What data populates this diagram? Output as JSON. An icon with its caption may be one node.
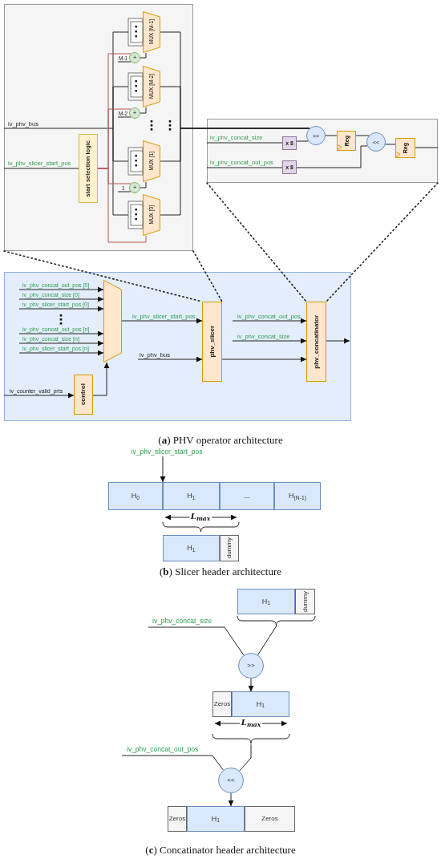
{
  "diagram": {
    "nodes": [
      {
        "text": [],
        "shape": "box"
      },
      {
        "text": [
          "start selection logic"
        ],
        "in": 0
      },
      {
        "text": [
          "MUX [M-1]"
        ],
        "in": 0
      },
      {
        "text": [
          "+"
        ],
        "in": 0
      },
      {
        "text": [
          "MUX [M-2]"
        ],
        "in": 0
      },
      {
        "text": [
          "+"
        ],
        "in": 0
      },
      {
        "text": [
          "MUX [1]"
        ],
        "in": 0
      },
      {
        "text": [
          "+"
        ],
        "in": 0
      },
      {
        "text": [
          "MUX [0]"
        ],
        "in": 0
      },
      {
        "text": [],
        "shape": "box"
      },
      {
        "text": [
          "x 8"
        ],
        "in": 9
      },
      {
        "text": [
          "x 8"
        ],
        "in": 9
      },
      {
        "text": [
          ">>"
        ],
        "in": 9
      },
      {
        "text": [
          "Reg"
        ],
        "in": 9
      },
      {
        "text": [
          "<<"
        ],
        "in": 9
      },
      {
        "text": [
          "Reg"
        ],
        "in": 9
      },
      {
        "text": [],
        "shape": "box"
      },
      {
        "text": [],
        "shape": "trapezoid",
        "in": 16
      },
      {
        "text": [
          "control"
        ],
        "in": 16
      },
      {
        "text": [
          "phv_slicer"
        ],
        "in": 16
      },
      {
        "text": [
          "phv_concatinator"
        ],
        "in": 16
      },
      {
        "text": [
          "iv_phv_slicer_start_pos"
        ]
      },
      {
        "text": [
          "H$_{0}$"
        ]
      },
      {
        "text": [
          "H$_{1}$"
        ]
      },
      {
        "text": [
          "..."
        ]
      },
      {
        "text": [
          "H$_{(N-1)}$"
        ]
      },
      {
        "text": [
          "H$_{1}$"
        ]
      },
      {
        "text": [
          "dummy"
        ]
      },
      {
        "text": [
          "H$_{1}$"
        ]
      },
      {
        "text": [
          "dummy"
        ]
      },
      {
        "text": [
          ">>"
        ]
      },
      {
        "text": [
          "Zeros"
        ]
      },
      {
        "text": [
          "H$_{1}$"
        ]
      },
      {
        "text": [
          "<<"
        ]
      },
      {
        "text": [
          "Zeros"
        ]
      },
      {
        "text": [
          "H$_{1}$"
        ]
      },
      {
        "text": [
          "Zeros"
        ]
      }
    ],
    "edges": [
      {
        "from": null,
        "to": 2,
        "arrow": "none",
        "label": "iv_phv_bus"
      },
      {
        "from": null,
        "to": 4,
        "arrow": "none"
      },
      {
        "from": null,
        "to": 6,
        "arrow": "none"
      },
      {
        "from": null,
        "to": 8,
        "arrow": "none"
      },
      {
        "from": null,
        "to": 1,
        "arrow": "none",
        "label": "iv_phv_slicer_start_pos"
      },
      {
        "from": 1,
        "to": 3,
        "arrow": "none",
        "color": "#b85450"
      },
      {
        "from": 1,
        "to": 5,
        "arrow": "none",
        "color": "#b85450"
      },
      {
        "from": 1,
        "to": 7,
        "arrow": "none",
        "color": "#b85450"
      },
      {
        "from": 1,
        "to": 8,
        "arrow": "none",
        "color": "#b85450"
      },
      {
        "from": null,
        "to": 3,
        "arrow": "none",
        "label": "M-1"
      },
      {
        "from": null,
        "to": 5,
        "arrow": "none",
        "label": "M-2"
      },
      {
        "from": null,
        "to": 7,
        "arrow": "none",
        "label": "1"
      },
      {
        "from": 3,
        "to": 2,
        "arrow": "none"
      },
      {
        "from": 5,
        "to": 4,
        "arrow": "none"
      },
      {
        "from": 7,
        "to": 6,
        "arrow": "none"
      },
      {
        "from": 2,
        "to": 12,
        "arrow": "none"
      },
      {
        "from": 4,
        "to": 12,
        "arrow": "none"
      },
      {
        "from": 6,
        "to": 12,
        "arrow": "none"
      },
      {
        "from": 8,
        "to": 12,
        "arrow": "none"
      },
      {
        "from": null,
        "to": 10,
        "arrow": "none",
        "label": "iv_phv_concat_size"
      },
      {
        "from": null,
        "to": 11,
        "arrow": "none",
        "label": "iv_phv_concat_out_pos"
      },
      {
        "from": 10,
        "to": 12,
        "arrow": "none"
      },
      {
        "from": 11,
        "to": 14,
        "arrow": "none"
      },
      {
        "from": 12,
        "to": 13,
        "arrow": "none"
      },
      {
        "from": 13,
        "to": 14,
        "arrow": "none"
      },
      {
        "from": 14,
        "to": 15,
        "arrow": "none"
      },
      {
        "from": 15,
        "to": null,
        "arrow": "none"
      },
      {
        "from": 0,
        "to": 19,
        "arrow": "none",
        "style": "dashed"
      },
      {
        "from": 0,
        "to": 19,
        "arrow": "none",
        "style": "dashed"
      },
      {
        "from": 9,
        "to": 20,
        "arrow": "none",
        "style": "dashed"
      },
      {
        "from": 9,
        "to": 20,
        "arrow": "none",
        "style": "dashed"
      },
      {
        "from": null,
        "to": 17,
        "arrow": "to",
        "label": "iv_phv_concat_out_pos [0]"
      },
      {
        "from": null,
        "to": 17,
        "arrow": "to",
        "label": "iv_phv_concat_size [0]"
      },
      {
        "from": null,
        "to": 17,
        "arrow": "to",
        "label": "iv_phv_slicer_start_pos [0]"
      },
      {
        "from": null,
        "to": 17,
        "arrow": "to",
        "label": "iv_phv_concat_out_pos [n]"
      },
      {
        "from": null,
        "to": 17,
        "arrow": "to",
        "label": "iv_phv_concat_size [n]"
      },
      {
        "from": null,
        "to": 17,
        "arrow": "to",
        "label": "iv_phv_slicer_start_pos [n]"
      },
      {
        "from": null,
        "to": 18,
        "arrow": "to",
        "label": "iv_counter_valid_prts"
      },
      {
        "from": 18,
        "to": 17,
        "arrow": "to"
      },
      {
        "from": 17,
        "to": 19,
        "arrow": "to",
        "label": "iv_phv_slicer_start_pos"
      },
      {
        "from": null,
        "to": 19,
        "arrow": "to",
        "label": "iv_phv_bus"
      },
      {
        "from": 19,
        "to": 20,
        "arrow": "to"
      },
      {
        "from": null,
        "to": 20,
        "arrow": "to",
        "label": "iv_phv_concat_out_pos"
      },
      {
        "from": null,
        "to": 20,
        "arrow": "to",
        "label": "iv_phv_concat_size"
      },
      {
        "from": 20,
        "to": null,
        "arrow": "to"
      },
      {
        "from": 21,
        "to": 23,
        "arrow": "to"
      },
      {
        "from": null,
        "to": 30,
        "arrow": "none"
      },
      {
        "from": null,
        "to": 30,
        "arrow": "none",
        "label": "iv_phv_concat_size"
      },
      {
        "from": 30,
        "to": 32,
        "arrow": "to"
      },
      {
        "from": null,
        "to": 33,
        "arrow": "none"
      },
      {
        "from": null,
        "to": 33,
        "arrow": "none",
        "label": "iv_phv_concat_out_pos"
      },
      {
        "from": 33,
        "to": 35,
        "arrow": "to"
      }
    ],
    "labels": [
      "(**a**) PHV operator architecture",
      "*L*$_{max}$",
      "(**b**) Slicer header architecture",
      "*L*$_{max}$",
      "(**c**) Concatinator header architecture"
    ]
  }
}
